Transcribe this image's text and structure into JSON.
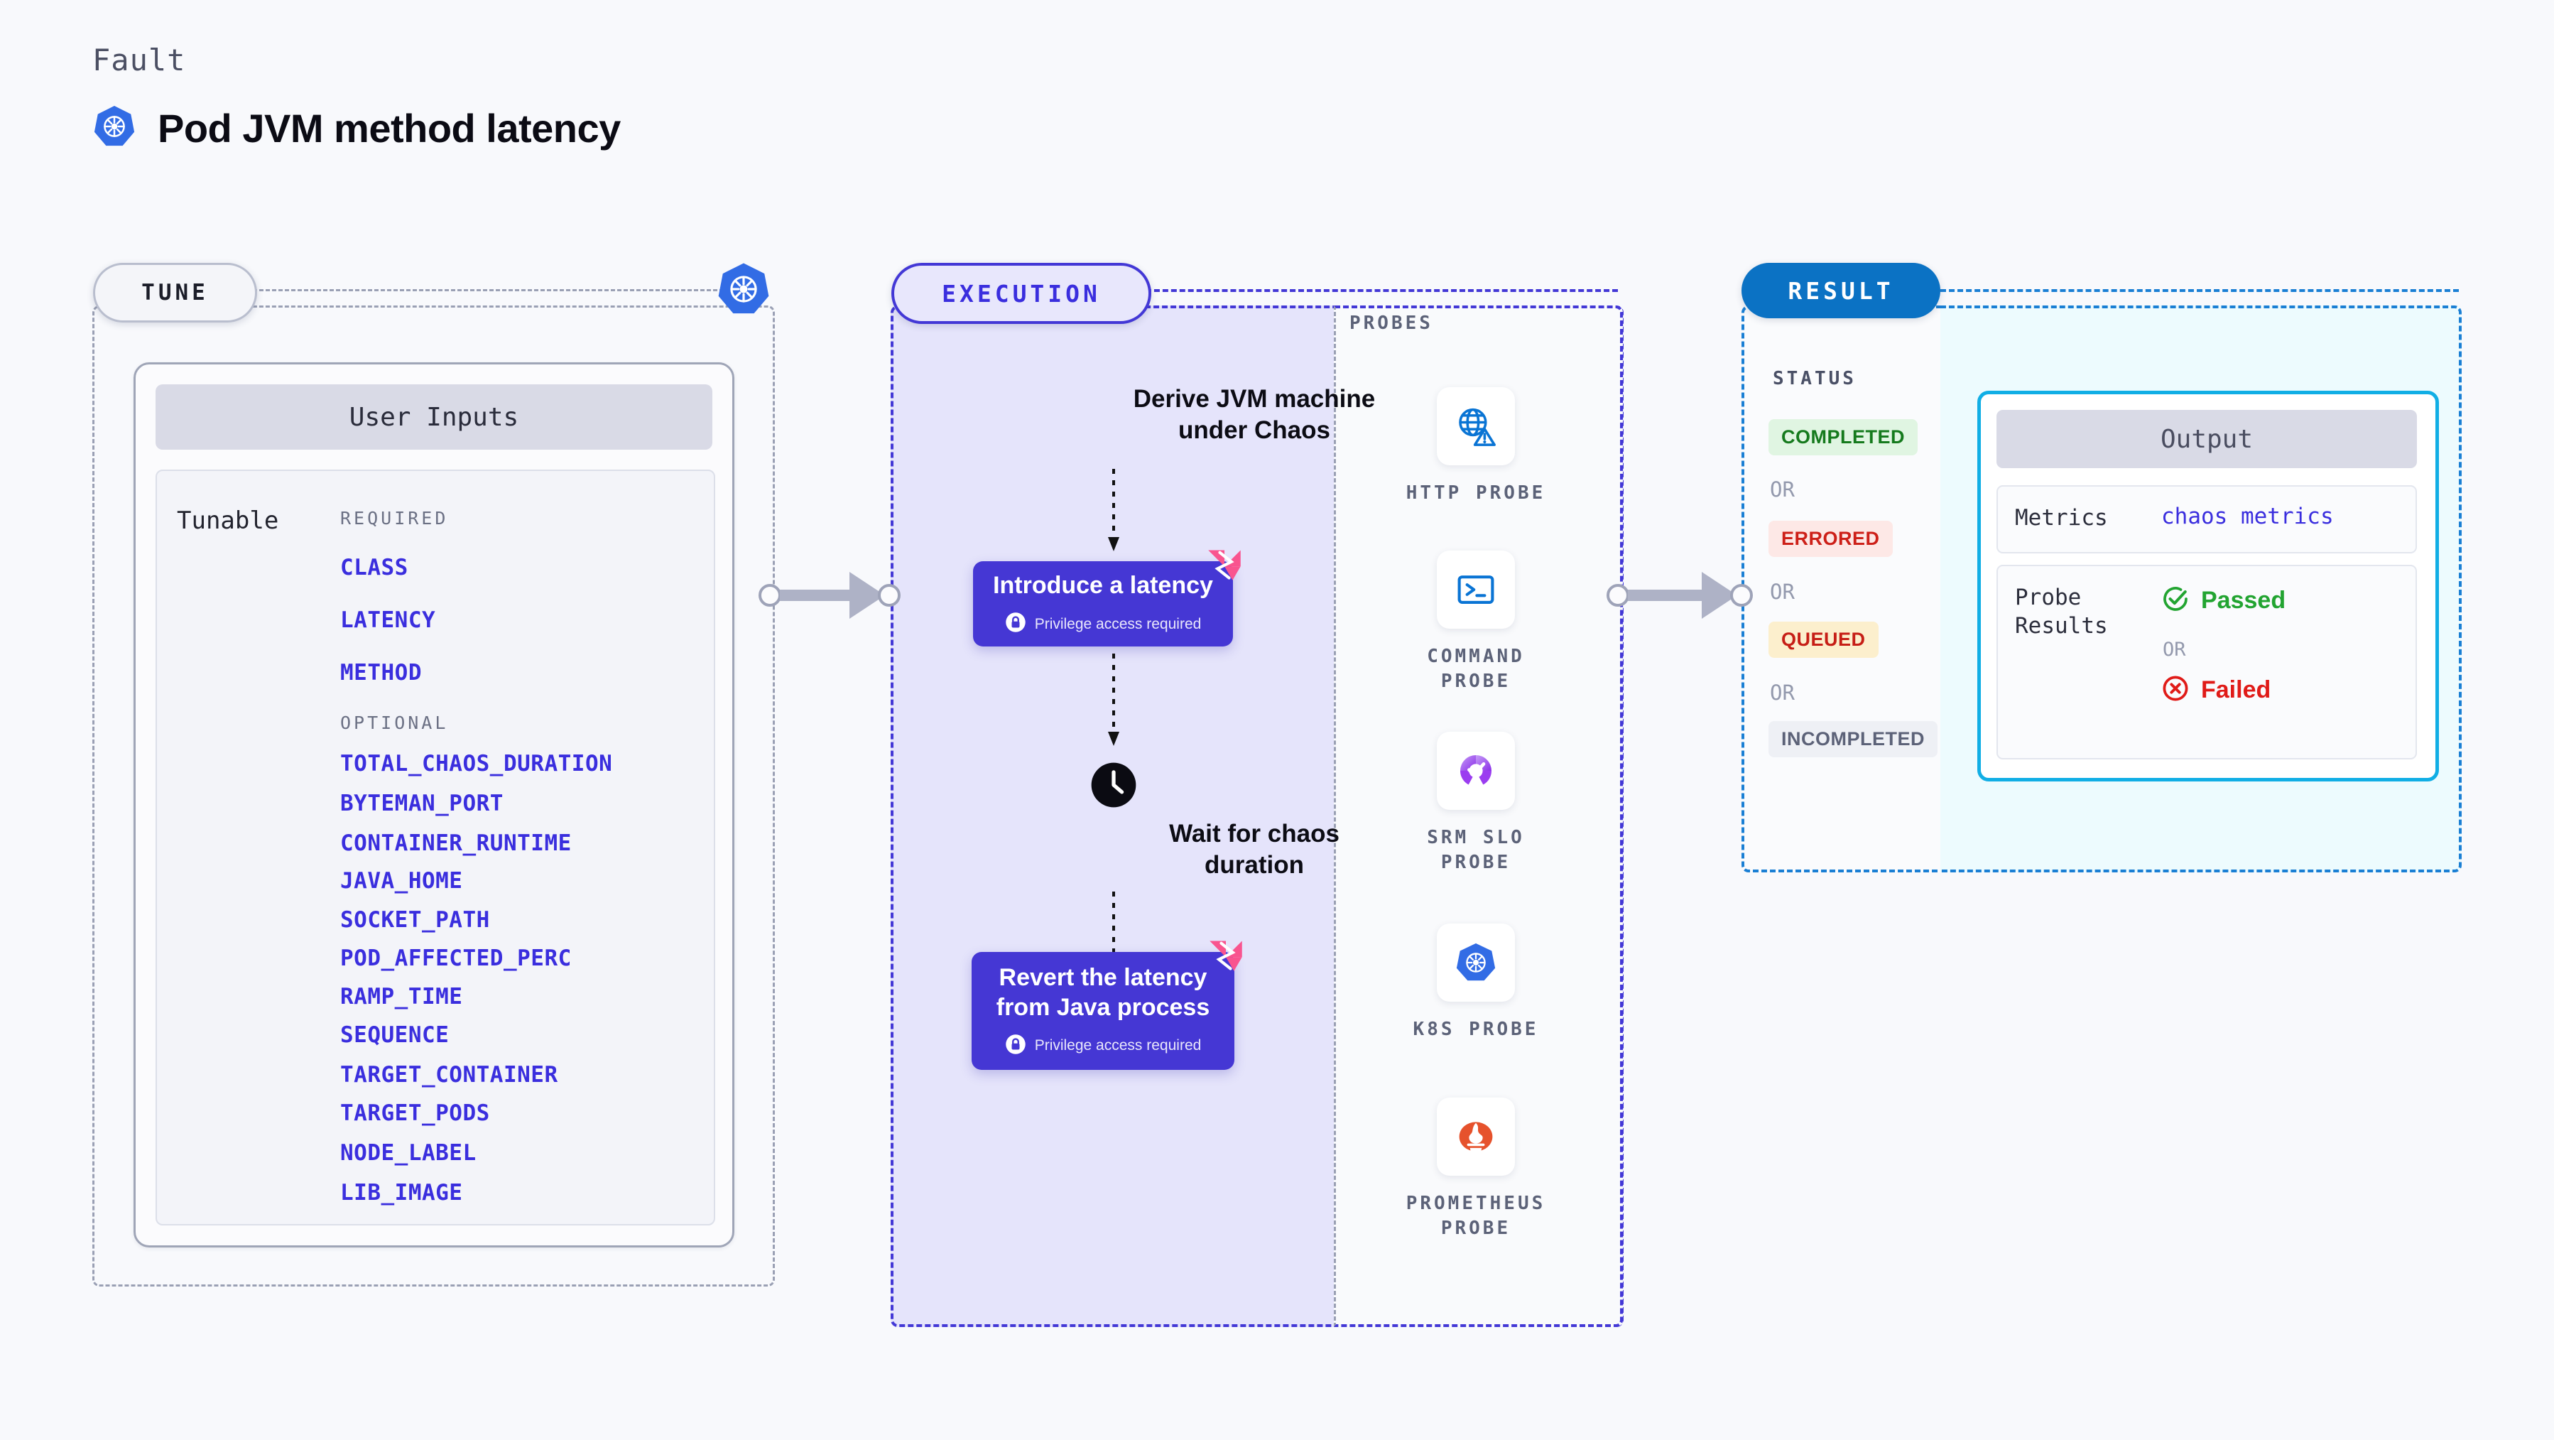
{
  "header": {
    "eyebrow": "Fault",
    "title": "Pod JVM method latency",
    "icon": "kubernetes-icon"
  },
  "tune": {
    "pill_label": "TUNE",
    "badge_icon": "kubernetes-icon",
    "card_title": "User Inputs",
    "tunable_label": "Tunable",
    "required_heading": "REQUIRED",
    "required_params": [
      "CLASS",
      "LATENCY",
      "METHOD"
    ],
    "optional_heading": "OPTIONAL",
    "optional_params": [
      "TOTAL_CHAOS_DURATION",
      "BYTEMAN_PORT",
      "CONTAINER_RUNTIME",
      "JAVA_HOME",
      "SOCKET_PATH",
      "POD_AFFECTED_PERC",
      "RAMP_TIME",
      "SEQUENCE",
      "TARGET_CONTAINER",
      "TARGET_PODS",
      "NODE_LABEL",
      "LIB_IMAGE"
    ]
  },
  "execution": {
    "pill_label": "EXECUTION",
    "step1_text": "Derive JVM machine\nunder Chaos",
    "step2_title": "Introduce a latency",
    "step2_note": "Privilege access required",
    "wait_text": "Wait for chaos\nduration",
    "wait_icon": "clock-icon",
    "step3_title": "Revert the latency\nfrom Java process",
    "step3_note": "Privilege access required",
    "badge_icon": "chaos-fault-icon",
    "lock_icon": "lock-icon"
  },
  "probes": {
    "title": "PROBES",
    "items": [
      {
        "label": "HTTP PROBE",
        "icon": "globe-warning-icon"
      },
      {
        "label": "COMMAND\nPROBE",
        "icon": "terminal-icon"
      },
      {
        "label": "SRM SLO\nPROBE",
        "icon": "srm-slo-icon"
      },
      {
        "label": "K8S PROBE",
        "icon": "kubernetes-icon"
      },
      {
        "label": "PROMETHEUS\nPROBE",
        "icon": "prometheus-icon"
      }
    ]
  },
  "result": {
    "pill_label": "RESULT",
    "status_title": "STATUS",
    "or_label": "OR",
    "statuses": [
      {
        "label": "COMPLETED",
        "bg": "#e0f5e2",
        "fg": "#157a1d"
      },
      {
        "label": "ERRORED",
        "bg": "#fde8e6",
        "fg": "#cd2019"
      },
      {
        "label": "QUEUED",
        "bg": "#fcefcd",
        "fg": "#c61e16"
      },
      {
        "label": "INCOMPLETED",
        "bg": "#eef0f5",
        "fg": "#5c6278"
      }
    ],
    "output": {
      "title": "Output",
      "metrics_key": "Metrics",
      "metrics_value": "chaos metrics",
      "probe_results_key": "Probe\nResults",
      "passed_label": "Passed",
      "passed_icon": "check-circle-icon",
      "failed_label": "Failed",
      "failed_icon": "x-circle-icon",
      "or_label": "OR"
    }
  },
  "colors": {
    "background": "#f8f9fc",
    "accent_purple": "#3a2ede",
    "execution_fill": "#e5e4fb",
    "result_blue": "#0b72c4",
    "output_cyan": "#11aee5",
    "k8s_blue": "#326ce5",
    "chaos_pink": "#f9548f"
  }
}
